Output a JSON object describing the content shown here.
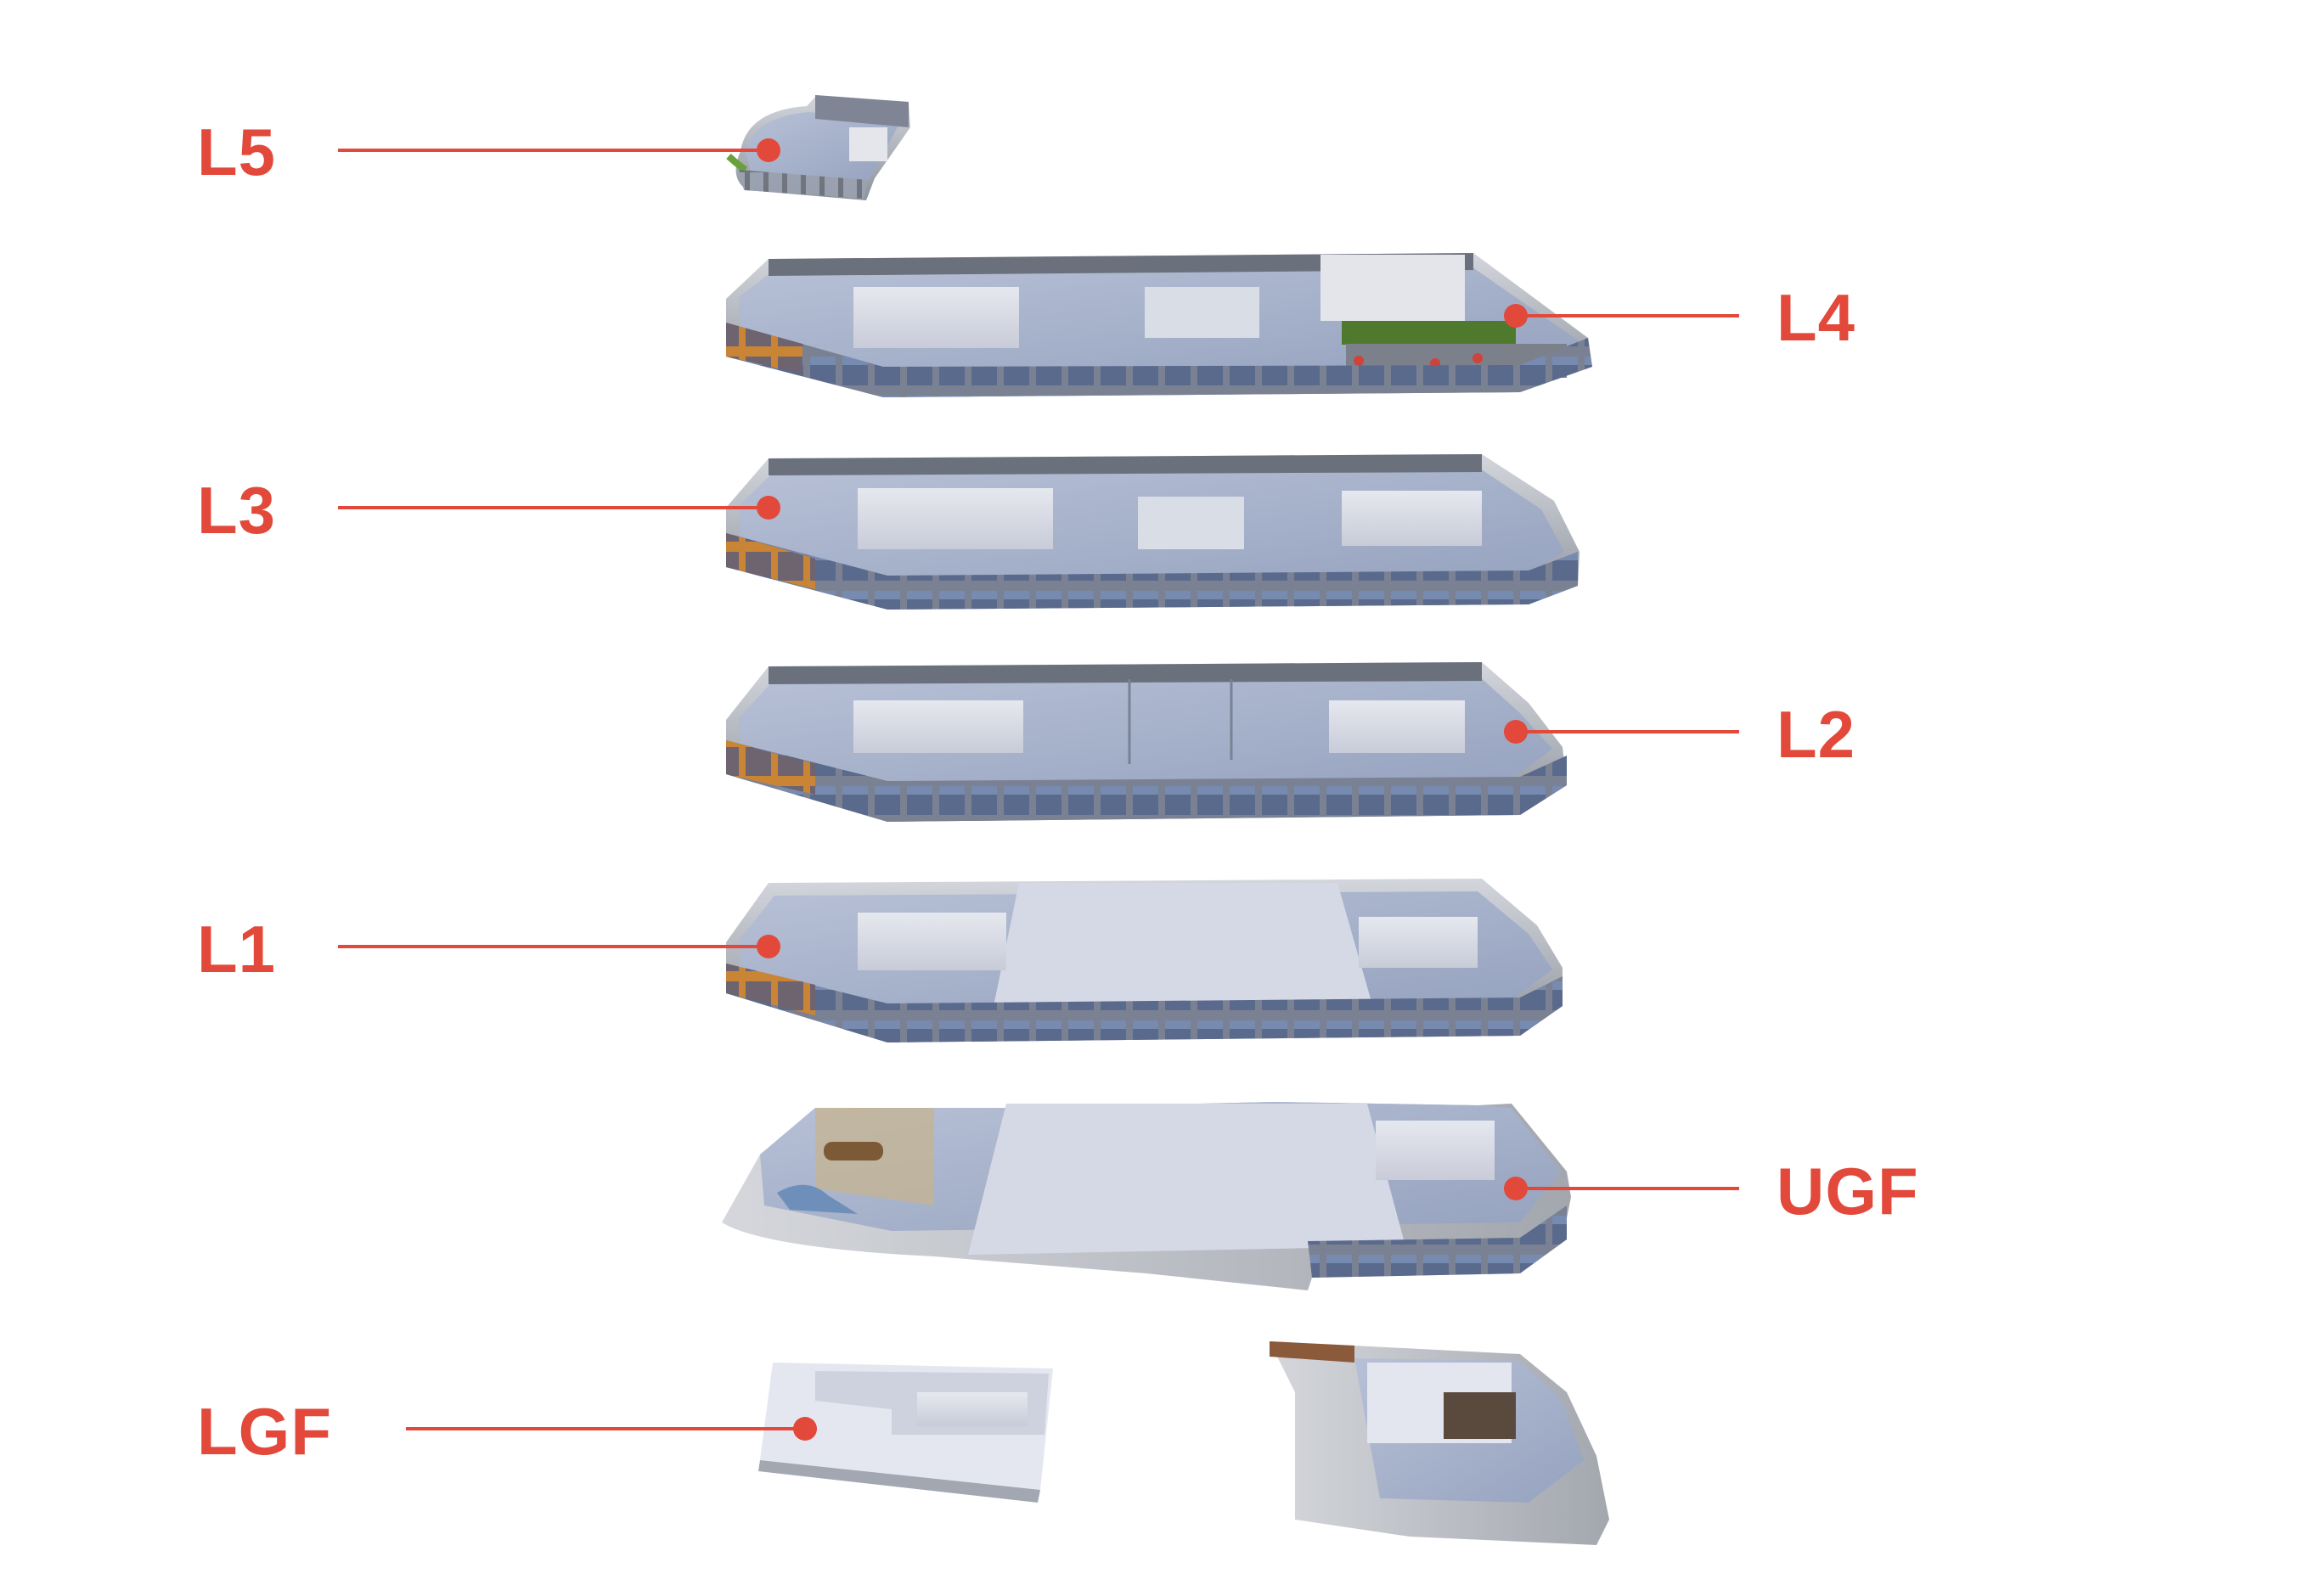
{
  "colors": {
    "accent": "#e2493a",
    "floor_top": "#a9b4cc",
    "wall_dark": "#5f6570",
    "wall_light": "#c9ccd3",
    "glass": "#6f82a8",
    "timber": "#d08a3c",
    "room_white": "#eceef3",
    "green": "#5f8a3a"
  },
  "levels": [
    {
      "id": "L5",
      "label": "L5",
      "side": "left"
    },
    {
      "id": "L4",
      "label": "L4",
      "side": "right"
    },
    {
      "id": "L3",
      "label": "L3",
      "side": "left"
    },
    {
      "id": "L2",
      "label": "L2",
      "side": "right"
    },
    {
      "id": "L1",
      "label": "L1",
      "side": "left"
    },
    {
      "id": "UGF",
      "label": "UGF",
      "side": "right"
    },
    {
      "id": "LGF",
      "label": "LGF",
      "side": "left"
    }
  ]
}
